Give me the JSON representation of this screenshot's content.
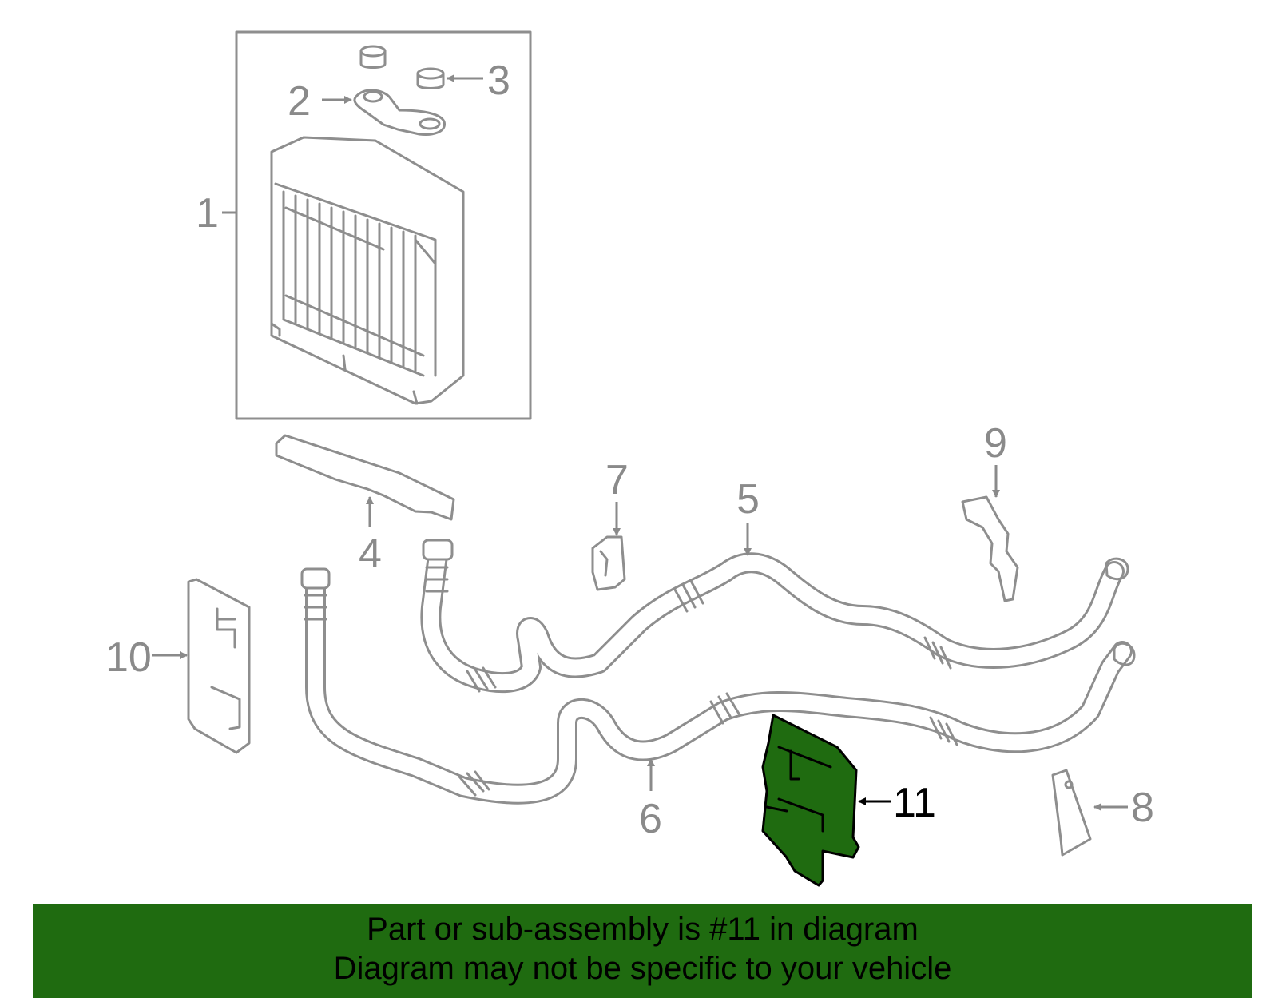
{
  "colors": {
    "highlight_part": "#1f6b10",
    "banner_background": "#1f6b10",
    "line_art": "#8e8e8e"
  },
  "callouts": {
    "c1": "1",
    "c2": "2",
    "c3": "3",
    "c4": "4",
    "c5": "5",
    "c6": "6",
    "c7": "7",
    "c8": "8",
    "c9": "9",
    "c10": "10",
    "c11": "11"
  },
  "highlighted_part": "11",
  "banner": {
    "line1": "Part or sub-assembly is #11 in diagram",
    "line2": "Diagram may not be specific to your vehicle"
  }
}
